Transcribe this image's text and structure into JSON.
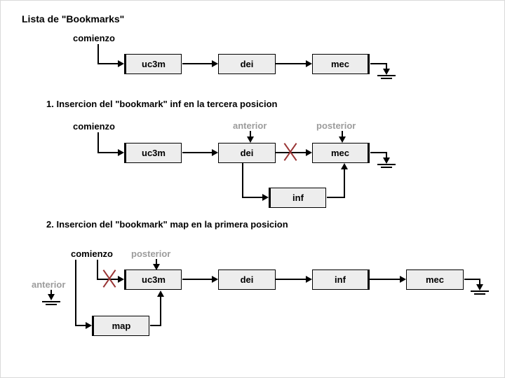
{
  "title": "Lista de \"Bookmarks\"",
  "colors": {
    "node_fill": "#ededed",
    "node_border": "#000000",
    "gray_label": "#9c9c9c",
    "cross_mark": "#993333",
    "background": "#ffffff"
  },
  "diagrams": {
    "initial": {
      "pointer_label": "comienzo",
      "nodes": [
        "uc3m",
        "dei",
        "mec"
      ]
    },
    "step1": {
      "title": "1. Insercion del \"bookmark\" inf en la tercera posicion",
      "pointer_label": "comienzo",
      "anterior_label": "anterior",
      "posterior_label": "posterior",
      "nodes": [
        "uc3m",
        "dei",
        "mec"
      ],
      "inserted_node": "inf"
    },
    "step2": {
      "title": "2. Insercion del \"bookmark\" map en la primera posicion",
      "pointer_label": "comienzo",
      "anterior_label": "anterior",
      "posterior_label": "posterior",
      "nodes": [
        "uc3m",
        "dei",
        "inf",
        "mec"
      ],
      "inserted_node": "map"
    }
  }
}
